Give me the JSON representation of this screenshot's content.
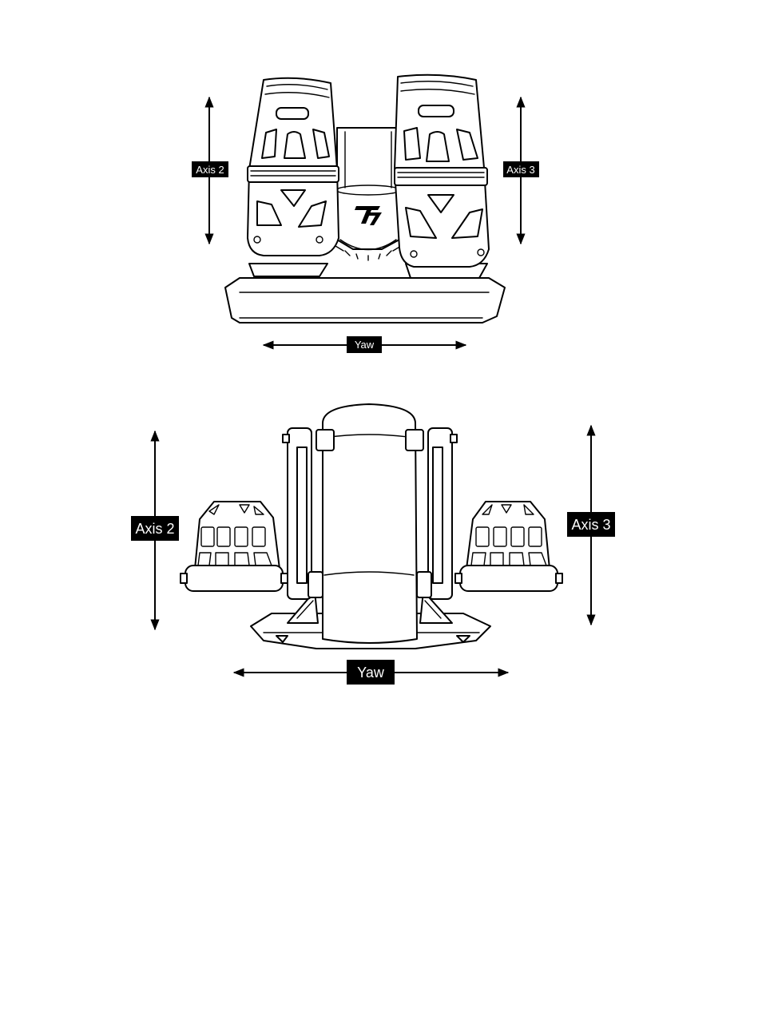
{
  "figure_top": {
    "labels": {
      "axis_left": "Axis 2",
      "axis_right": "Axis 3",
      "axis_bottom": "Yaw"
    },
    "logo_text": "T"
  },
  "figure_bottom": {
    "labels": {
      "axis_left": "Axis 2",
      "axis_right": "Axis 3",
      "axis_bottom": "Yaw"
    }
  },
  "colors": {
    "line": "#000000",
    "label_bg": "#000000",
    "label_text": "#ffffff",
    "background": "#ffffff"
  }
}
